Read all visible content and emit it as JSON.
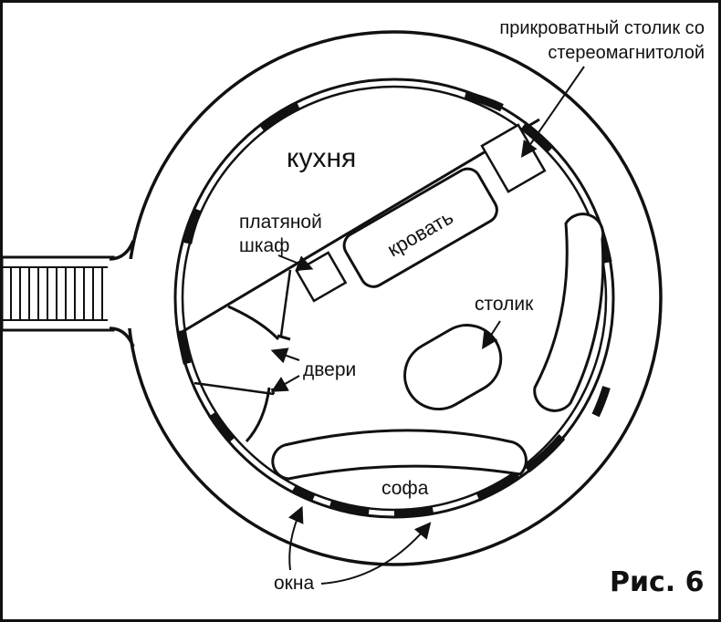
{
  "plan": {
    "kitchen_label": "кухня",
    "bed_label": "кровать",
    "wardrobe_label_line1": "платяной",
    "wardrobe_label_line2": "шкаф",
    "nightstand_label_line1": "прикроватный столик со",
    "nightstand_label_line2": "стереомагнитолой",
    "table_label": "столик",
    "doors_label": "двери",
    "sofa_label": "софа",
    "windows_label": "окна",
    "figure_label": "Рис. 6"
  },
  "colors": {
    "ink": "#111111",
    "paper": "#ffffff"
  }
}
